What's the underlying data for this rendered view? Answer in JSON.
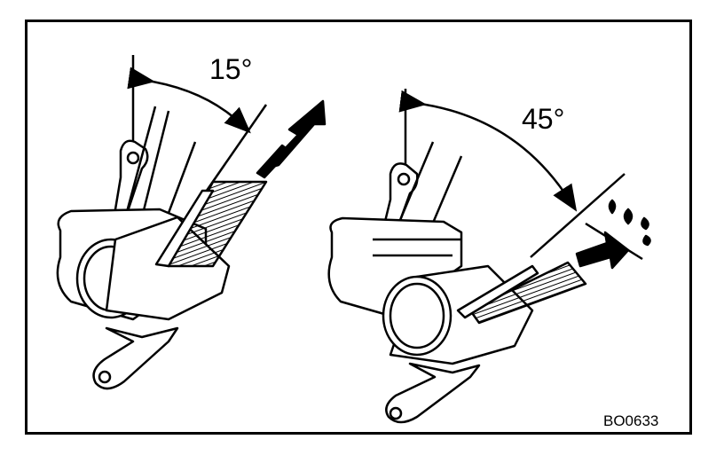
{
  "diagram": {
    "left_panel": {
      "angle_label": "15°"
    },
    "right_panel": {
      "angle_label": "45°"
    },
    "reference_code": "BO0633"
  },
  "colors": {
    "ink": "#000000",
    "paper": "#ffffff",
    "hatch": "#000000"
  }
}
